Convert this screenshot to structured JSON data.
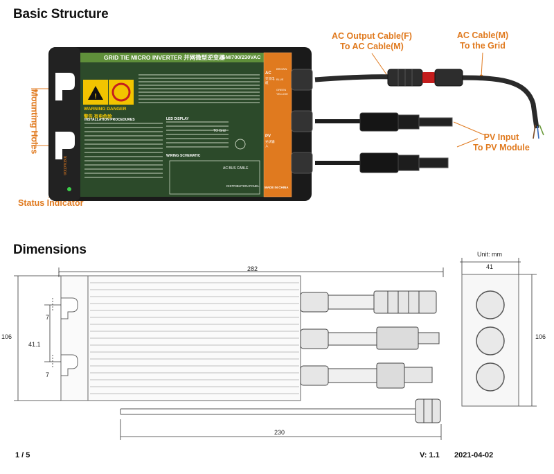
{
  "sections": {
    "basic": "Basic Structure",
    "dimensions": "Dimensions"
  },
  "callouts": {
    "ac_output": [
      "AC Output Cable(F)",
      "To AC Cable(M)"
    ],
    "ac_cable": [
      "AC Cable(M)",
      "To the Grid"
    ],
    "pv_input": [
      "PV Input",
      "To PV Module"
    ],
    "mounting": "Mounting Holes",
    "status": "Status Indicator"
  },
  "label": {
    "title": "GRID TIE MICRO INVERTER",
    "title_cn": "并网微型逆变器",
    "model": "GMI700/230VAC",
    "warning": "WARNING DANGER",
    "warning_cn": "警告,有电危险",
    "install": "INSTALLATION PROCEDURES",
    "led": "LED DISPLAY",
    "wiring": "WIRING SCHEMATIC",
    "ac_bus": "AC BUS CABLE",
    "distribution": "DISTRIBUTION PANEL",
    "made_in": "MADE IN CHINA",
    "to_grid": "TO Grid",
    "instruction": "Instruction",
    "ac_tag": "AC",
    "ac_cn": "交流电缆",
    "pv_tag": "PV",
    "pv_cn": "光伏输入",
    "brown": "BROWN",
    "blue": "BLUE",
    "green": "GREEN",
    "yellow": "YELLOW"
  },
  "dimensions": {
    "unit": "Unit: mm",
    "length": "282",
    "height": "106",
    "depth": "41",
    "hole_spacing": "41.1",
    "hole_top": "7",
    "hole_bottom": "7",
    "cable": "230",
    "side_height": "106"
  },
  "footer": {
    "page": "1 / 5",
    "version": "V: 1.1",
    "date": "2021-04-02"
  },
  "colors": {
    "accent": "#e07a1f",
    "case": "#1c1c1c",
    "label_green": "#2c4a2a"
  }
}
